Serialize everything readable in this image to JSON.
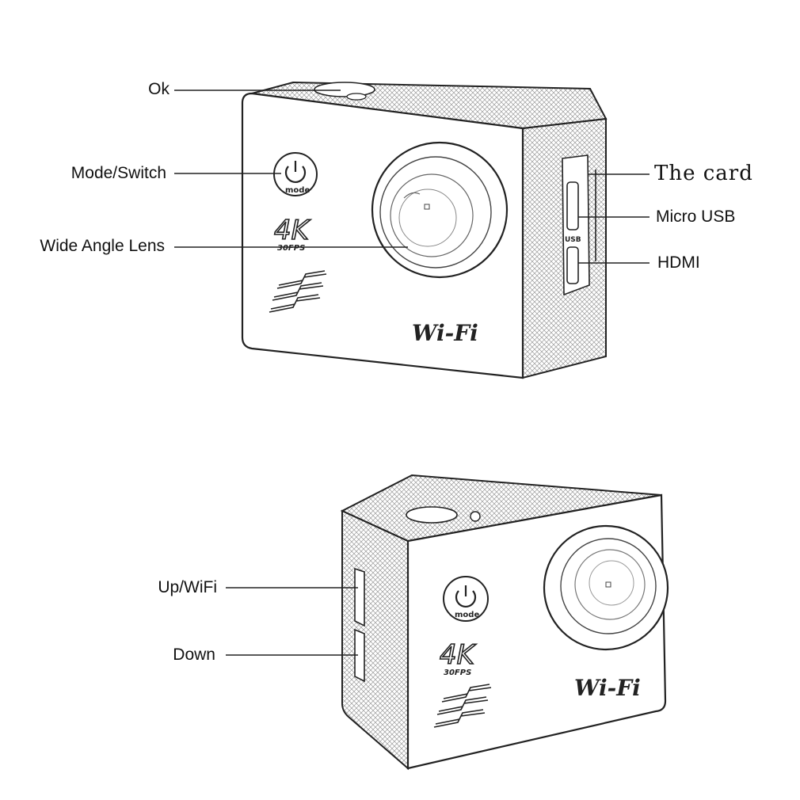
{
  "labels": {
    "ok": "Ok",
    "mode_switch": "Mode/Switch",
    "wide_angle_lens": "Wide Angle Lens",
    "the_card": "The card",
    "micro_usb": "Micro USB",
    "hdmi": "HDMI",
    "up_wifi": "Up/WiFi",
    "down": "Down"
  },
  "camera_markings": {
    "resolution": "4K",
    "fps": "30FPS",
    "wifi": "Wi-Fi",
    "mode": "mode",
    "usb": "USB"
  }
}
